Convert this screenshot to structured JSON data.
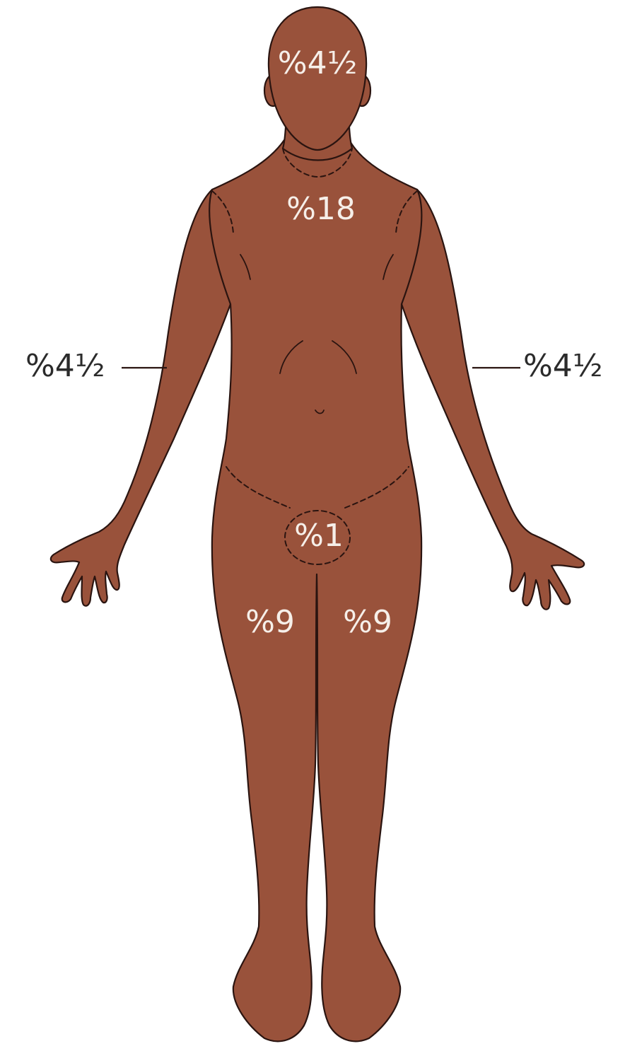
{
  "colors": {
    "skin": "#99523b",
    "outline": "#2a1410",
    "label_on_body": "#f6efe9",
    "label_outside": "#2b2b2b"
  },
  "regions": {
    "head": "%4½",
    "chest": "%18",
    "left_arm": "%4½",
    "right_arm": "%4½",
    "genitals": "%1",
    "left_leg": "%9",
    "right_leg": "%9"
  }
}
